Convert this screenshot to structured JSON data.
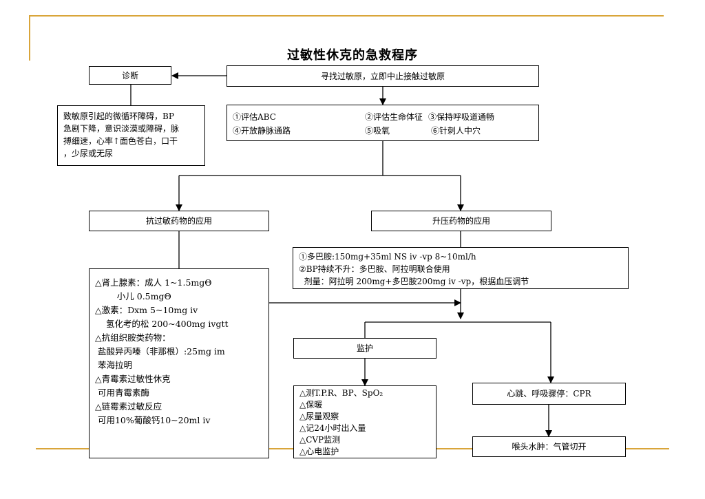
{
  "title": "过敏性休克的急救程序",
  "nodes": {
    "diagnosis": "诊断",
    "find_allergen": "寻找过敏原，立即中止接触过敏原",
    "symptoms": [
      "致敏原引起的微循环障碍，BP",
      "急剧下降，意识淡漠或障碍，脉",
      "搏细速，心率↑面色苍白，口干",
      "，少尿或无尿"
    ],
    "steps": {
      "s1": "①评估ABC",
      "s2": "②评估生命体征",
      "s3": "③保持呼吸道通畅",
      "s4": "④开放静脉通路",
      "s5": "⑤吸氧",
      "s6": "⑥针刺人中穴"
    },
    "antiallergy": "抗过敏药物的应用",
    "vasopressor": "升压药物的应用",
    "vaso_detail": [
      "①多巴胺:150mg+35ml NS iv -vp 8~10ml/h",
      "②BP持续不升：多巴胺、阿拉明联合使用",
      "  剂量：阿拉明 200mg+多巴胺200mg iv -vp，根据血压调节"
    ],
    "drug_detail": [
      "△肾上腺素：成人 1~1.5mgΘ",
      "        小儿 0.5mgΘ",
      "△激素：Dxm 5~10mg iv",
      "    氢化考的松 200~400mg ivgtt",
      "△抗组织胺类药物：",
      " 盐酸异丙嗪（非那根）:25mg im",
      " 苯海拉明",
      "△青霉素过敏性休克",
      " 可用青霉素酶",
      "△链霉素过敏反应",
      " 可用10%葡酸钙10~20ml iv"
    ],
    "monitor": "监护",
    "monitor_detail": [
      "△测T.P.R、BP、SpO₂",
      "△保暖",
      "△尿量观察",
      "△记24小时出入量",
      "△CVP监测",
      "△心电监护"
    ],
    "cpr": "心跳、呼吸骤停：CPR",
    "laryngeal": "喉头水肿：气管切开"
  },
  "colors": {
    "accent": "#d9a53a",
    "line": "#000000"
  }
}
